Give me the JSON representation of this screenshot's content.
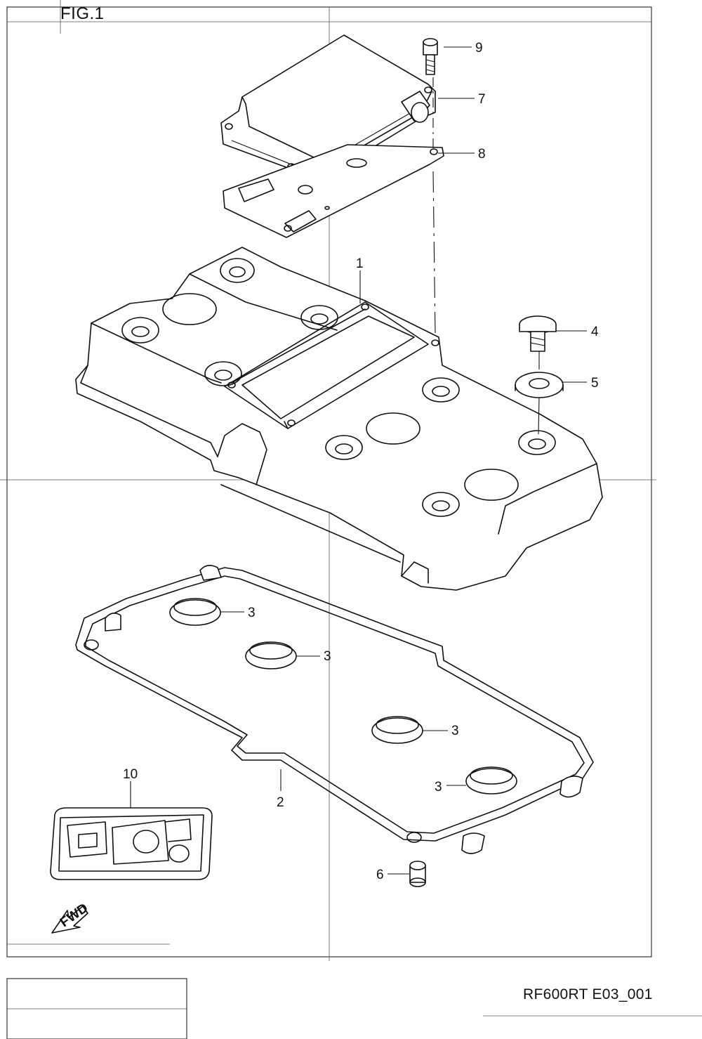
{
  "figure": {
    "title": "FIG.1",
    "drawing_code": "RF600RT E03_001"
  },
  "parts": [
    {
      "ref": "1"
    },
    {
      "ref": "2"
    },
    {
      "ref": "3"
    },
    {
      "ref": "4"
    },
    {
      "ref": "5"
    },
    {
      "ref": "6"
    },
    {
      "ref": "7"
    },
    {
      "ref": "8"
    },
    {
      "ref": "9"
    },
    {
      "ref": "10"
    }
  ],
  "fwd_arrow": {
    "label": "FWD",
    "icon": "fwd-arrow-icon"
  }
}
